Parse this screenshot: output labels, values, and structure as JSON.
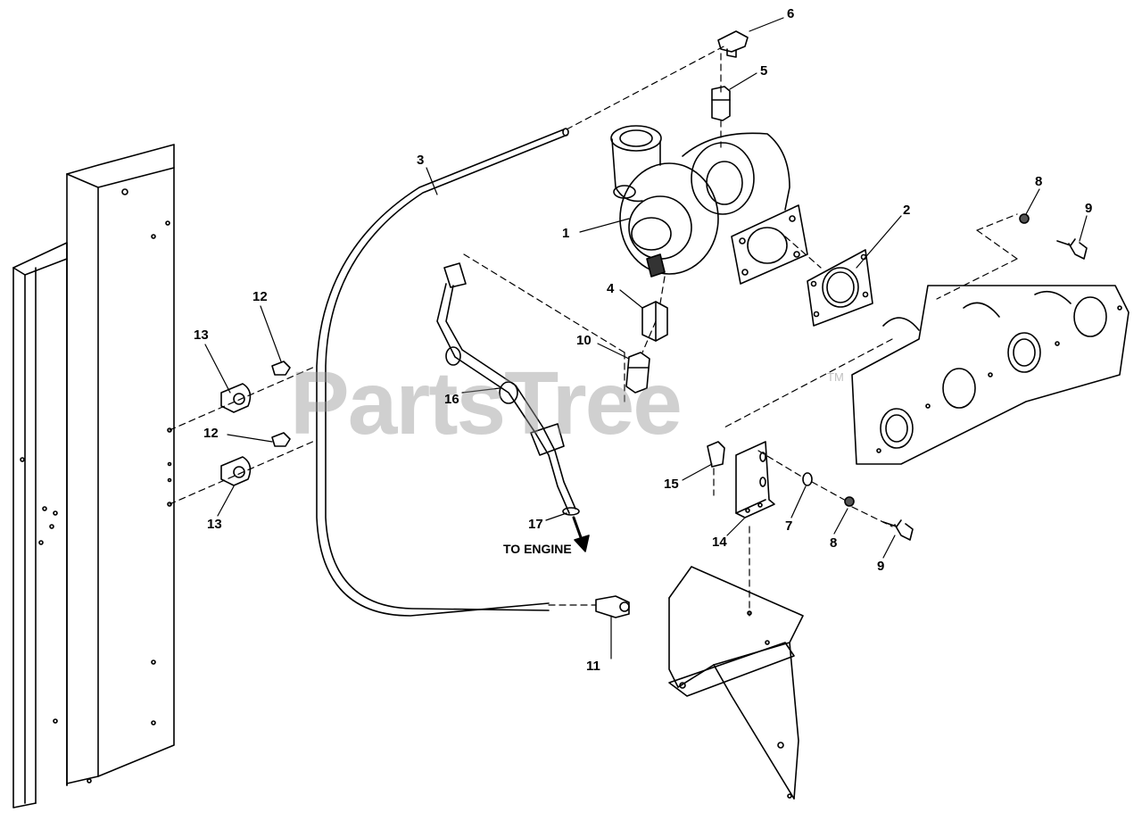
{
  "watermark": {
    "text": "PartsTree",
    "tm": "TM"
  },
  "note": {
    "to_engine": "TO ENGINE"
  },
  "callouts": {
    "c1": "1",
    "c2": "2",
    "c3": "3",
    "c4": "4",
    "c5": "5",
    "c6": "6",
    "c7": "7",
    "c8a": "8",
    "c8b": "8",
    "c9a": "9",
    "c9b": "9",
    "c10": "10",
    "c11": "11",
    "c12a": "12",
    "c12b": "12",
    "c13a": "13",
    "c13b": "13",
    "c14": "14",
    "c15": "15",
    "c16": "16",
    "c17": "17"
  },
  "colors": {
    "line": "#000000",
    "watermark": "#969696"
  }
}
